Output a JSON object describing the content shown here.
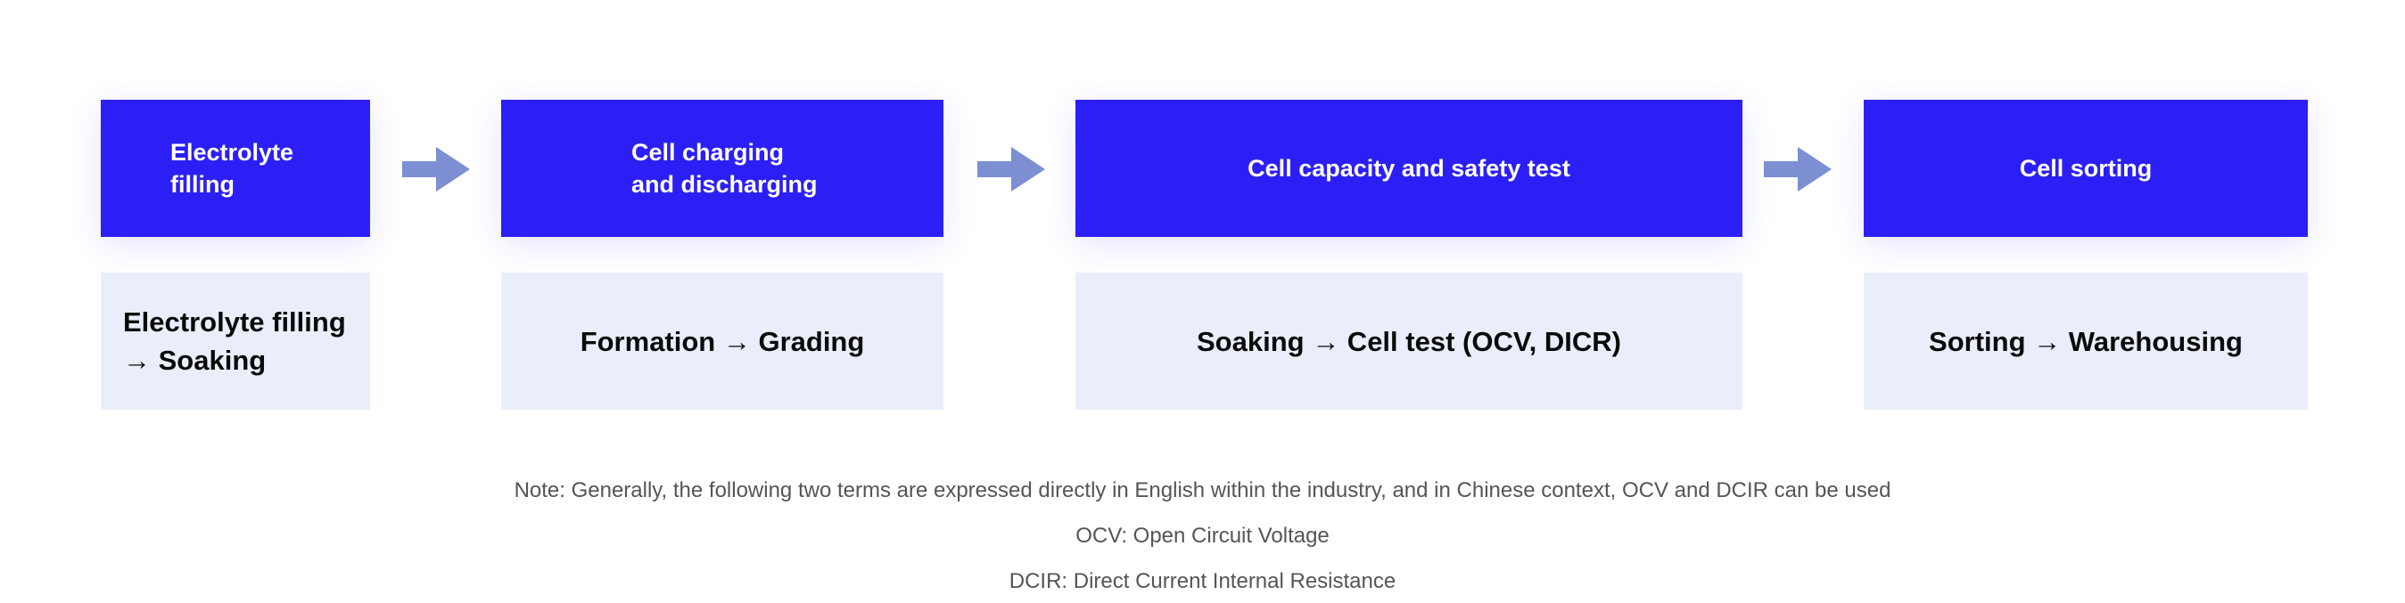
{
  "steps": [
    {
      "header": "Electrolyte\nfilling",
      "detail": "Electrolyte filling\n→ Soaking"
    },
    {
      "header": "Cell charging\nand discharging",
      "detail": "Formation → Grading"
    },
    {
      "header": "Cell capacity and safety test",
      "detail": "Soaking → Cell test (OCV, DICR)"
    },
    {
      "header": "Cell sorting",
      "detail": "Sorting → Warehousing"
    }
  ],
  "notes": {
    "main": "Note: Generally, the following two terms are expressed directly in English within the industry, and in Chinese context, OCV and DCIR can be used",
    "ocv": "OCV: Open Circuit Voltage",
    "dcir": "DCIR: Direct Current Internal Resistance"
  },
  "colors": {
    "header_bg": "#2c1ff5",
    "detail_bg": "#e9eefa",
    "arrow": "#7b8fd2",
    "note_text": "#555555"
  },
  "icons": [
    "arrow-right-icon",
    "arrow-right-icon",
    "arrow-right-icon"
  ]
}
